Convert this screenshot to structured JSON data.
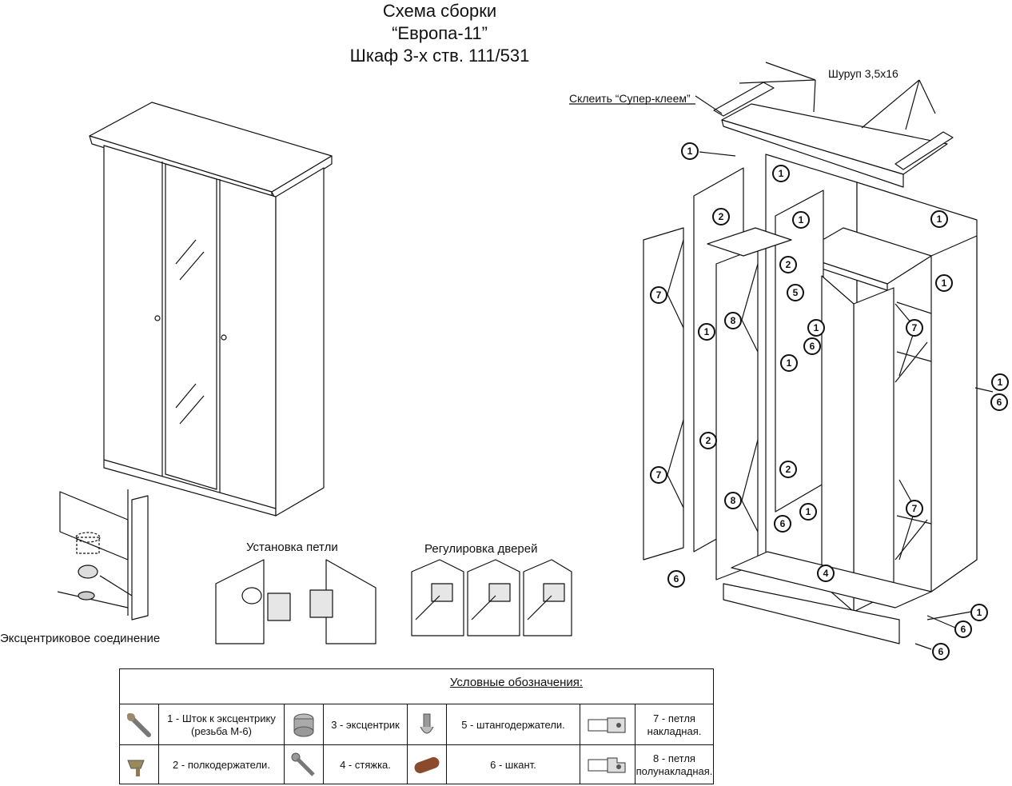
{
  "title": {
    "line1": "Схема сборки",
    "line2": "“Европа-11”",
    "line3": "Шкаф 3-х ств. 111/531"
  },
  "labels": {
    "screw": "Шуруп 3,5x16",
    "glue": "Склеить “Супер-клеем”",
    "hinge_install": "Установка петли",
    "door_adjust": "Регулировка дверей",
    "eccentric_joint": "Эксцентриковое соединение"
  },
  "callouts": [
    "1",
    "1",
    "2",
    "7",
    "7",
    "1",
    "2",
    "8",
    "8",
    "1",
    "2",
    "1",
    "5",
    "1",
    "6",
    "1",
    "2",
    "1",
    "6",
    "4",
    "1",
    "7",
    "7",
    "1",
    "6",
    "6",
    "1",
    "6",
    "6"
  ],
  "legend": {
    "title": "Условные обозначения:",
    "items": [
      {
        "text": "1 - Шток к эксцентрику (резьба М-6)",
        "icon": "rod-icon"
      },
      {
        "text": "3 - эксцентрик",
        "icon": "eccentric-icon"
      },
      {
        "text": "5 - штангодержатели.",
        "icon": "rod-holder-icon"
      },
      {
        "text": "7 - петля накладная.",
        "icon": "overlay-hinge-icon"
      },
      {
        "text": "2 - полкодержатели.",
        "icon": "shelf-support-icon"
      },
      {
        "text": "4 - стяжка.",
        "icon": "tie-screw-icon"
      },
      {
        "text": "6 - шкант.",
        "icon": "dowel-icon"
      },
      {
        "text": "8 - петля полунакладная.",
        "icon": "half-overlay-hinge-icon"
      }
    ]
  },
  "colors": {
    "line": "#111111",
    "dowel": "#8b4a2b",
    "metal": "#9a9a9a",
    "brass": "#8a7a5a"
  }
}
